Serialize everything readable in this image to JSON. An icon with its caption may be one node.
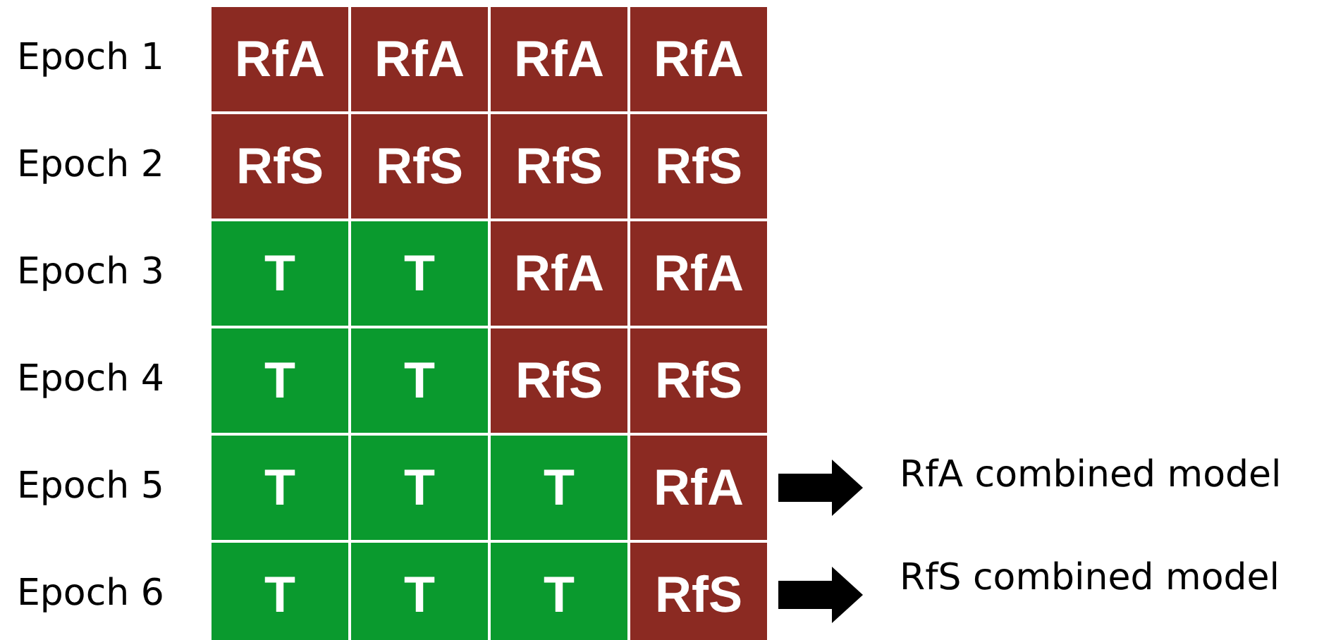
{
  "diagram": {
    "nodes": [
      {
        "text": [
          "RfA"
        ]
      },
      {
        "text": [
          "RfA"
        ]
      },
      {
        "text": [
          "RfA"
        ]
      },
      {
        "text": [
          "RfA"
        ]
      },
      {
        "text": [
          "RfS"
        ]
      },
      {
        "text": [
          "RfS"
        ]
      },
      {
        "text": [
          "RfS"
        ]
      },
      {
        "text": [
          "RfS"
        ]
      },
      {
        "text": [
          "T"
        ]
      },
      {
        "text": [
          "T"
        ]
      },
      {
        "text": [
          "RfA"
        ]
      },
      {
        "text": [
          "RfA"
        ]
      },
      {
        "text": [
          "T"
        ]
      },
      {
        "text": [
          "T"
        ]
      },
      {
        "text": [
          "RfS"
        ]
      },
      {
        "text": [
          "RfS"
        ]
      },
      {
        "text": [
          "T"
        ]
      },
      {
        "text": [
          "T"
        ]
      },
      {
        "text": [
          "T"
        ]
      },
      {
        "text": [
          "RfA"
        ]
      },
      {
        "text": [
          "T"
        ]
      },
      {
        "text": [
          "T"
        ]
      },
      {
        "text": [
          "T"
        ]
      },
      {
        "text": [
          "RfS"
        ]
      },
      {
        "text": [
          "RfA combined model"
        ]
      },
      {
        "text": [
          "RfS combined model"
        ]
      }
    ],
    "edges": [
      {
        "from": 19,
        "to": 24,
        "arrow": "to"
      },
      {
        "from": 23,
        "to": 25,
        "arrow": "to"
      }
    ],
    "labels": [
      "Epoch 1",
      "Epoch 2",
      "Epoch 3",
      "Epoch 4",
      "Epoch 5",
      "Epoch 6"
    ]
  }
}
